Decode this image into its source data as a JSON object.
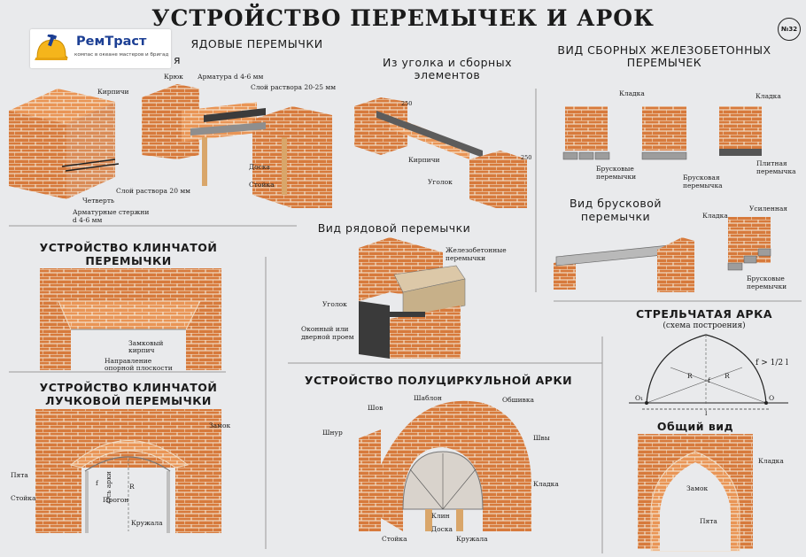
{
  "title": "УСТРОЙСТВО ПЕРЕМЫЧЕК И АРОК",
  "badge": "№32",
  "logo": {
    "name": "РемТраст",
    "tagline": "компас в океане мастеров и бригад"
  },
  "colors": {
    "brick": "#d77a3c",
    "brick_light": "#e99556",
    "mortar": "#f1dcc4",
    "concrete": "#b9b9b9",
    "bg": "#e9eaec"
  },
  "sections": {
    "ordinary": {
      "title_visible": "ядовые перемычки",
      "title_sub": "я",
      "labels": {
        "bricks": "Кирпичи",
        "mortar20": "Слой раствора 20 мм",
        "quarter": "Четверть",
        "rods": "Арматурные стержни",
        "rods_d": "d 4-6 мм",
        "hook": "Крюк",
        "rebar": "Арматура d 4-6 мм",
        "mortar2025": "Слой раствора 20-25 мм",
        "board": "Доска",
        "post": "Стойка"
      }
    },
    "angle": {
      "title_line1": "Из уголка и сборных",
      "title_line2": "элементов",
      "labels": {
        "bricks": "Кирпичи",
        "angle": "Уголок",
        "dim_left": "250",
        "dim_right": "250"
      }
    },
    "precast": {
      "title_line1": "ВИД СБОРНЫХ ЖЕЛЕЗОБЕТОННЫХ",
      "title_line2": "ПЕРЕМЫЧЕК",
      "labels": {
        "masonry1": "Кладка",
        "masonry2": "Кладка",
        "bar1a": "Брусковые",
        "bar1b": "перемычки",
        "bar2a": "Брусковая",
        "bar2b": "перемычка",
        "plate_a": "Плитная",
        "plate_b": "перемычка"
      }
    },
    "bar_view": {
      "title_line1": "Вид брусковой",
      "title_line2": "перемычки",
      "labels": {
        "masonry": "Кладка",
        "reinforced": "Усиленная",
        "bars_a": "Брусковые",
        "bars_b": "перемычки"
      }
    },
    "wedge": {
      "title_line1": "УСТРОЙСТВО КЛИНЧАТОЙ",
      "title_line2": "ПЕРЕМЫЧКИ",
      "labels": {
        "key_a": "Замковый",
        "key_b": "кирпич",
        "dir_a": "Направление",
        "dir_b": "опорной плоскости"
      }
    },
    "ordinary_view": {
      "title": "Вид рядовой перемычки",
      "labels": {
        "rc_a": "Железобетонные",
        "rc_b": "перемычки",
        "angle": "Уголок",
        "opening_a": "Оконный или",
        "opening_b": "дверной проем"
      }
    },
    "wedge_arch": {
      "title_line1": "УСТРОЙСТВО КЛИНЧАТОЙ",
      "title_line2": "ЛУЧКОВОЙ ПЕРЕМЫЧКИ",
      "labels": {
        "lock": "Замок",
        "heel": "Пята",
        "post": "Стойка",
        "f": "f",
        "span": "Прогон",
        "axis": "Ось арки",
        "R": "R",
        "centering": "Кружала"
      }
    },
    "semi_arch": {
      "title": "УСТРОЙСТВО ПОЛУЦИРКУЛЬНОЙ АРКИ",
      "labels": {
        "template": "Шаблон",
        "sheathing": "Обшивка",
        "seam": "Шов",
        "cord": "Шнур",
        "seams": "Швы",
        "masonry": "Кладка",
        "wedge": "Клин",
        "board": "Доска",
        "post": "Стойка",
        "centering": "Кружала"
      }
    },
    "pointed": {
      "title": "СТРЕЛЬЧАТАЯ АРКА",
      "subtitle": "(схема построения)",
      "formula": "f > 1/2 l",
      "labels": {
        "o1": "O₁",
        "o": "O",
        "r1": "R",
        "r2": "R",
        "f": "f",
        "l": "l"
      }
    },
    "general": {
      "title": "Общий вид",
      "labels": {
        "masonry": "Кладка",
        "lock": "Замок",
        "heel": "Пята"
      }
    }
  }
}
